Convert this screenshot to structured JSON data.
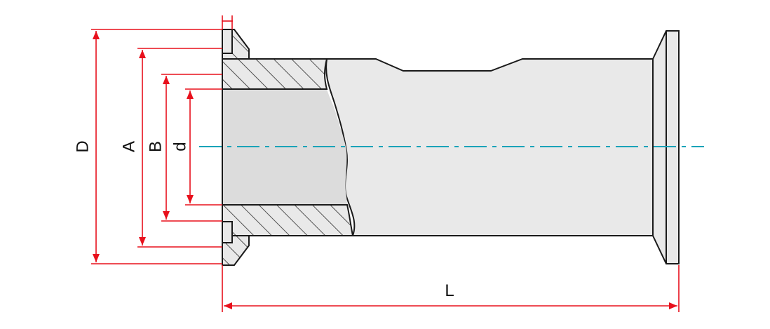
{
  "diagram": {
    "labels": {
      "D": "D",
      "A": "A",
      "B": "B",
      "d": "d",
      "L": "L"
    }
  },
  "colors": {
    "outline": "#1a1a1a",
    "body_fill": "#e9e9e9",
    "bore_fill": "#dcdcdc",
    "hatch": "#2a2a2a",
    "dimension": "#e8101c",
    "centerline": "#1aa3b8",
    "background": "#ffffff"
  }
}
